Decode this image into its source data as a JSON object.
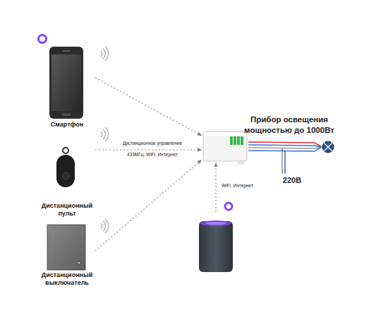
{
  "diagram": {
    "nodes": [
      {
        "text": [
          "Смартфон"
        ]
      },
      {
        "text": [
          "Дистанционный пульт"
        ]
      },
      {
        "text": [
          "Дистанционный выключатель"
        ]
      },
      {
        "text": []
      },
      {
        "text": [
          "Прибор освещения мощностью до 1000Вт"
        ]
      },
      {
        "text": []
      }
    ],
    "edges": [
      {
        "from": 0,
        "to": 3,
        "arrow": "to"
      },
      {
        "from": 1,
        "to": 3,
        "arrow": "to"
      },
      {
        "from": 2,
        "to": 3,
        "arrow": "to"
      },
      {
        "from": 5,
        "to": 3,
        "arrow": "to",
        "label": "WiFi, Интернет"
      },
      {
        "from": 3,
        "to": 4,
        "arrow": "none"
      }
    ],
    "labels": [
      "Дистанционное управление",
      "433МГц, WiFi, Интернет",
      "220В"
    ]
  }
}
